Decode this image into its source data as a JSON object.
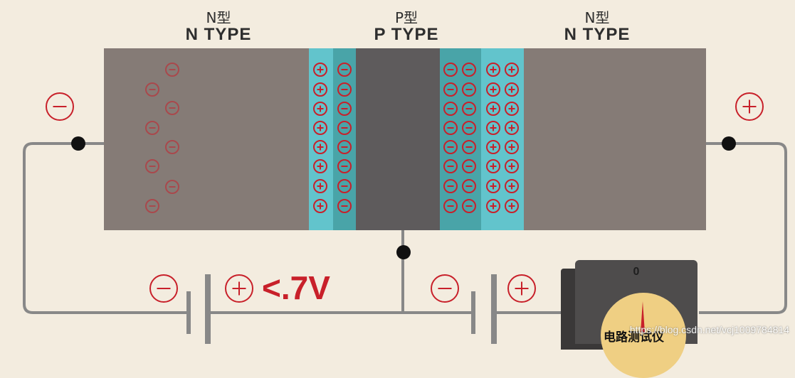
{
  "regions": [
    {
      "cn": "N型",
      "en": "N TYPE"
    },
    {
      "cn": "P型",
      "en": "P TYPE"
    },
    {
      "cn": "N型",
      "en": "N TYPE"
    }
  ],
  "voltage_label": "<.7V",
  "meter": {
    "reading": "0",
    "title": "电路测试仪"
  },
  "watermark": "https://blog.csdn.net/vcj1009784814",
  "colors": {
    "background": "#f3ecdf",
    "n_region": "#857b76",
    "p_region": "#5e5b5c",
    "depletion_light": "#62c4cc",
    "depletion_dark": "#49a4a8",
    "charge_red": "#c8202a",
    "wire": "#888888"
  }
}
